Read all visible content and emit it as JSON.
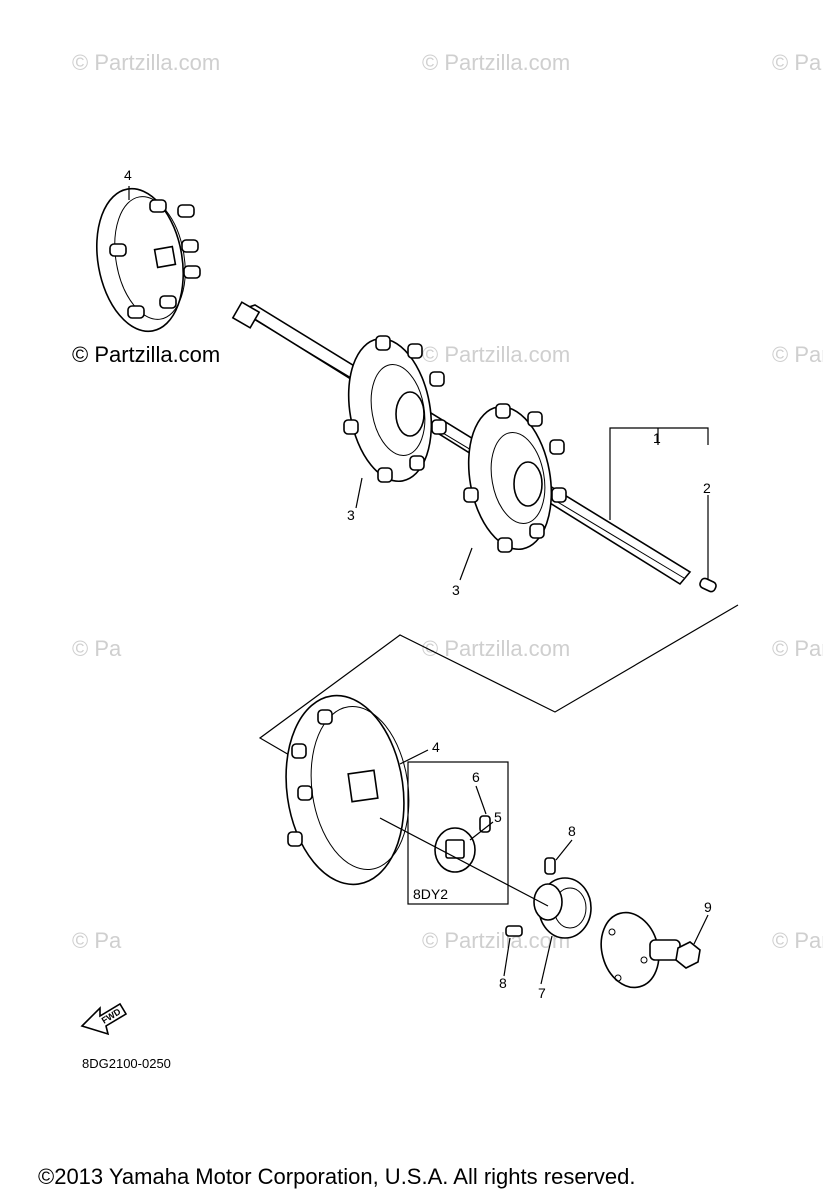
{
  "watermarks": [
    "© Partzilla.com",
    "© Partzilla.com",
    "© Pa",
    "© Partzilla.com",
    "© Partzilla.com",
    "© Pa",
    "© Partzilla.com",
    "© Partzilla.com",
    "© Pa",
    "© Partzilla.com",
    "© Partzilla.com",
    "© Pa"
  ],
  "watermark_dark": "© Partzilla.com",
  "callouts": {
    "c1": "1",
    "c2": "2",
    "c3a": "3",
    "c3b": "3",
    "c4a": "4",
    "c4b": "4",
    "c5": "5",
    "c6": "6",
    "c7": "7",
    "c8a": "8",
    "c8b": "8",
    "c9": "9"
  },
  "group_label": "8DY2",
  "fwd_label": "FWD",
  "diagram_code": "8DG2100-0250",
  "copyright": "©2013  Yamaha Motor Corporation, U.S.A. All rights reserved."
}
